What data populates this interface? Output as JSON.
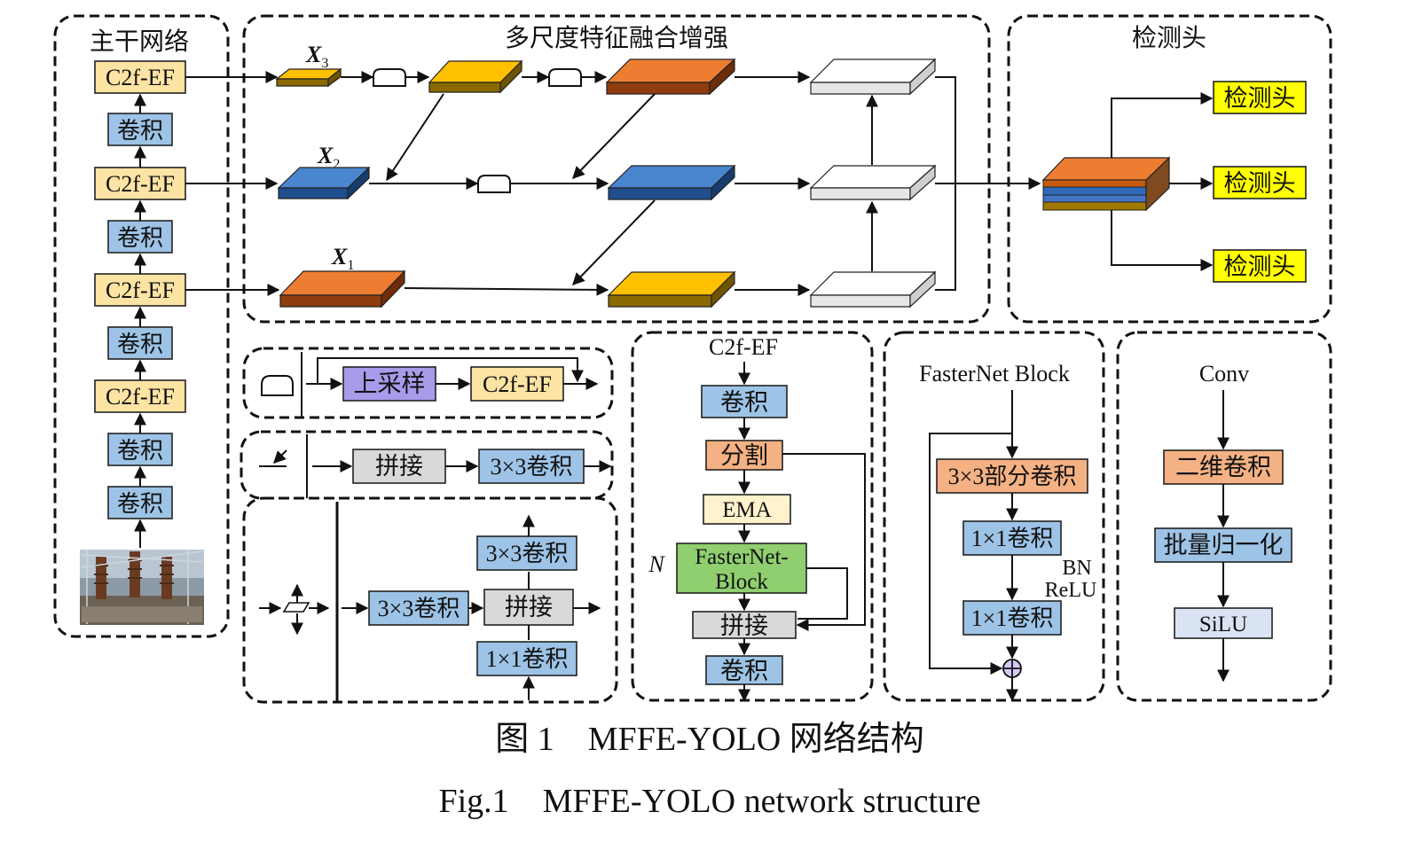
{
  "colors": {
    "c2f": "#fde3a4",
    "conv": "#9dc3e6",
    "split": "#f4b183",
    "ema": "#fff2cc",
    "fasternet": "#8fcf6f",
    "concat": "#d9d9d9",
    "upsample": "#a79bea",
    "head": "#ffff00",
    "silu": "#dae3f3",
    "layer_orange": "#ed7d31",
    "layer_yellow": "#ffc000",
    "layer_blue": "#4a86d0",
    "layer_white": "#ffffff"
  },
  "backbone": {
    "title": "主干网络",
    "blocks": [
      "C2f-EF",
      "卷积",
      "C2f-EF",
      "卷积",
      "C2f-EF",
      "卷积",
      "C2f-EF",
      "卷积",
      "卷积"
    ],
    "input_image": "power-substation-photo"
  },
  "fusion": {
    "title": "多尺度特征融合增强",
    "inputs": [
      {
        "symbol": "X",
        "sub": "3"
      },
      {
        "symbol": "X",
        "sub": "2"
      },
      {
        "symbol": "X",
        "sub": "1"
      }
    ]
  },
  "heads": {
    "title": "检测头",
    "items": [
      "检测头",
      "检测头",
      "检测头"
    ]
  },
  "legend": {
    "upsample": {
      "op1": "上采样",
      "op2": "C2f-EF"
    },
    "downsample": {
      "op1": "拼接",
      "op2": "3×3卷积"
    },
    "fuse": {
      "top": "3×3卷积",
      "left": "3×3卷积",
      "mid": "拼接",
      "bottom": "1×1卷积"
    }
  },
  "c2fef": {
    "title": "C2f-EF",
    "conv1": "卷积",
    "split": "分割",
    "ema": "EMA",
    "repeat": "N",
    "fasternet_line1": "FasterNet-",
    "fasternet_line2": "Block",
    "concat": "拼接",
    "conv2": "卷积"
  },
  "fasternet": {
    "title": "FasterNet Block",
    "pconv": "3×3部分卷积",
    "conv1": "1×1卷积",
    "bn": "BN",
    "relu": "ReLU",
    "conv2": "1×1卷积"
  },
  "conv": {
    "title": "Conv",
    "conv2d": "二维卷积",
    "bn": "批量归一化",
    "silu": "SiLU"
  },
  "captions": {
    "cn": "图 1　MFFE-YOLO 网络结构",
    "en": "Fig.1　MFFE-YOLO network structure"
  }
}
